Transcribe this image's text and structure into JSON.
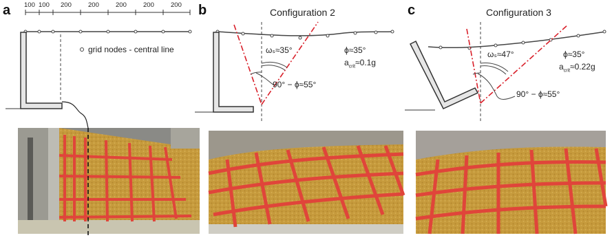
{
  "panels": [
    {
      "letter": "a"
    },
    {
      "letter": "b",
      "title": "Configuration 2"
    },
    {
      "letter": "c",
      "title": "Configuration 3"
    }
  ],
  "panel_a": {
    "spacing_labels": [
      "100",
      "100",
      "200",
      "200",
      "200",
      "200",
      "200"
    ],
    "legend": "grid nodes - central line"
  },
  "panel_b": {
    "omega": "ωₛ≈35°",
    "phi": "ϕ≈35°",
    "acrit": "a",
    "acrit_sub": "crit",
    "acrit_val": "≈0.1g",
    "angle": "90° − ϕ≈55°"
  },
  "panel_c": {
    "omega": "ωₛ≈47°",
    "phi": "ϕ≈35°",
    "acrit": "a",
    "acrit_sub": "crit",
    "acrit_val": "≈0.22g",
    "angle": "90° − ϕ≈55°"
  },
  "colors": {
    "sand": "#c69a3c",
    "grid_lines": "#e0453a",
    "failure_line": "#d9202a",
    "wall": "#333333"
  }
}
